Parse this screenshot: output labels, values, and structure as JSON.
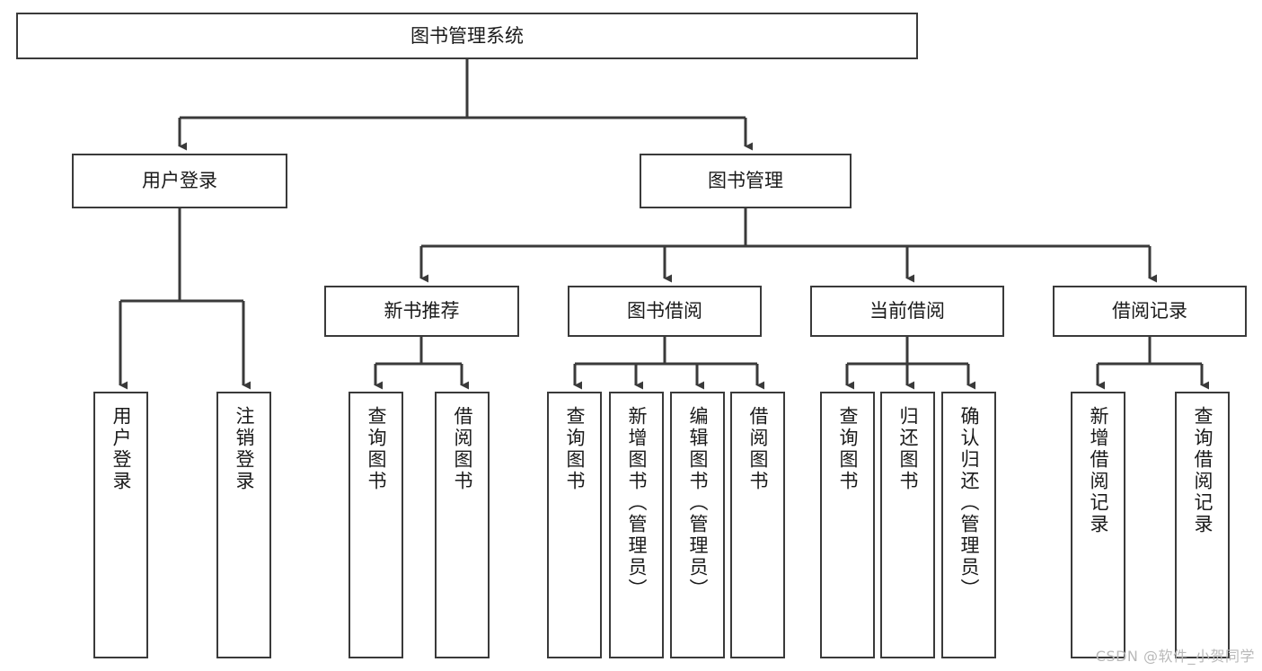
{
  "diagram": {
    "title": "图书管理系统",
    "type": "tree-hierarchy",
    "colors": {
      "background": "#ffffff",
      "stroke": "#3a3a3a",
      "text": "#1a1a1a",
      "watermark": "#b9b9b9"
    },
    "nodes": {
      "root": {
        "label": "图书管理系统"
      },
      "level2": [
        {
          "label": "用户登录"
        },
        {
          "label": "图书管理"
        }
      ],
      "level3": [
        {
          "label": "新书推荐"
        },
        {
          "label": "图书借阅"
        },
        {
          "label": "当前借阅"
        },
        {
          "label": "借阅记录"
        }
      ],
      "leaves": {
        "user_login": [
          {
            "label": "用户登录"
          },
          {
            "label": "注销登录"
          }
        ],
        "new_book_recommend": [
          {
            "label": "查询图书"
          },
          {
            "label": "借阅图书"
          }
        ],
        "book_borrow": [
          {
            "label": "查询图书"
          },
          {
            "label": "新增图书（管理员）"
          },
          {
            "label": "编辑图书（管理员）"
          },
          {
            "label": "借阅图书"
          }
        ],
        "current_borrow": [
          {
            "label": "查询图书"
          },
          {
            "label": "归还图书"
          },
          {
            "label": "确认归还（管理员）"
          }
        ],
        "borrow_record": [
          {
            "label": "新增借阅记录"
          },
          {
            "label": "查询借阅记录"
          }
        ]
      }
    },
    "watermark": "CSDN @软件_小贺同学"
  }
}
